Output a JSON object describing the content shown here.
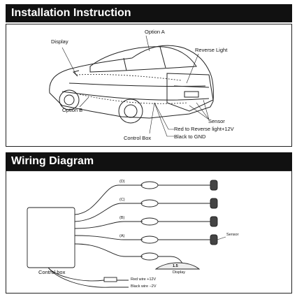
{
  "installation": {
    "title": "Installation Instruction",
    "labels": {
      "option_a": "Option A",
      "display": "Display",
      "reverse_light": "Reverse  Light",
      "sensor": "Sensor",
      "option_b": "Option B",
      "control_box": "Control Box",
      "red_wire": "Red to Reverse light+12V",
      "black_wire": "Black to GND"
    }
  },
  "wiring": {
    "title": "Wiring Diagram",
    "channels": [
      "(D)",
      "(C)",
      "(B)",
      "(A)"
    ],
    "sensor_label": "Sensor",
    "control_box": "Control box",
    "display": "Display",
    "display_readout": "1.5",
    "red_wire": "Red wire +12V",
    "black_wire": "Black wire −2V"
  }
}
